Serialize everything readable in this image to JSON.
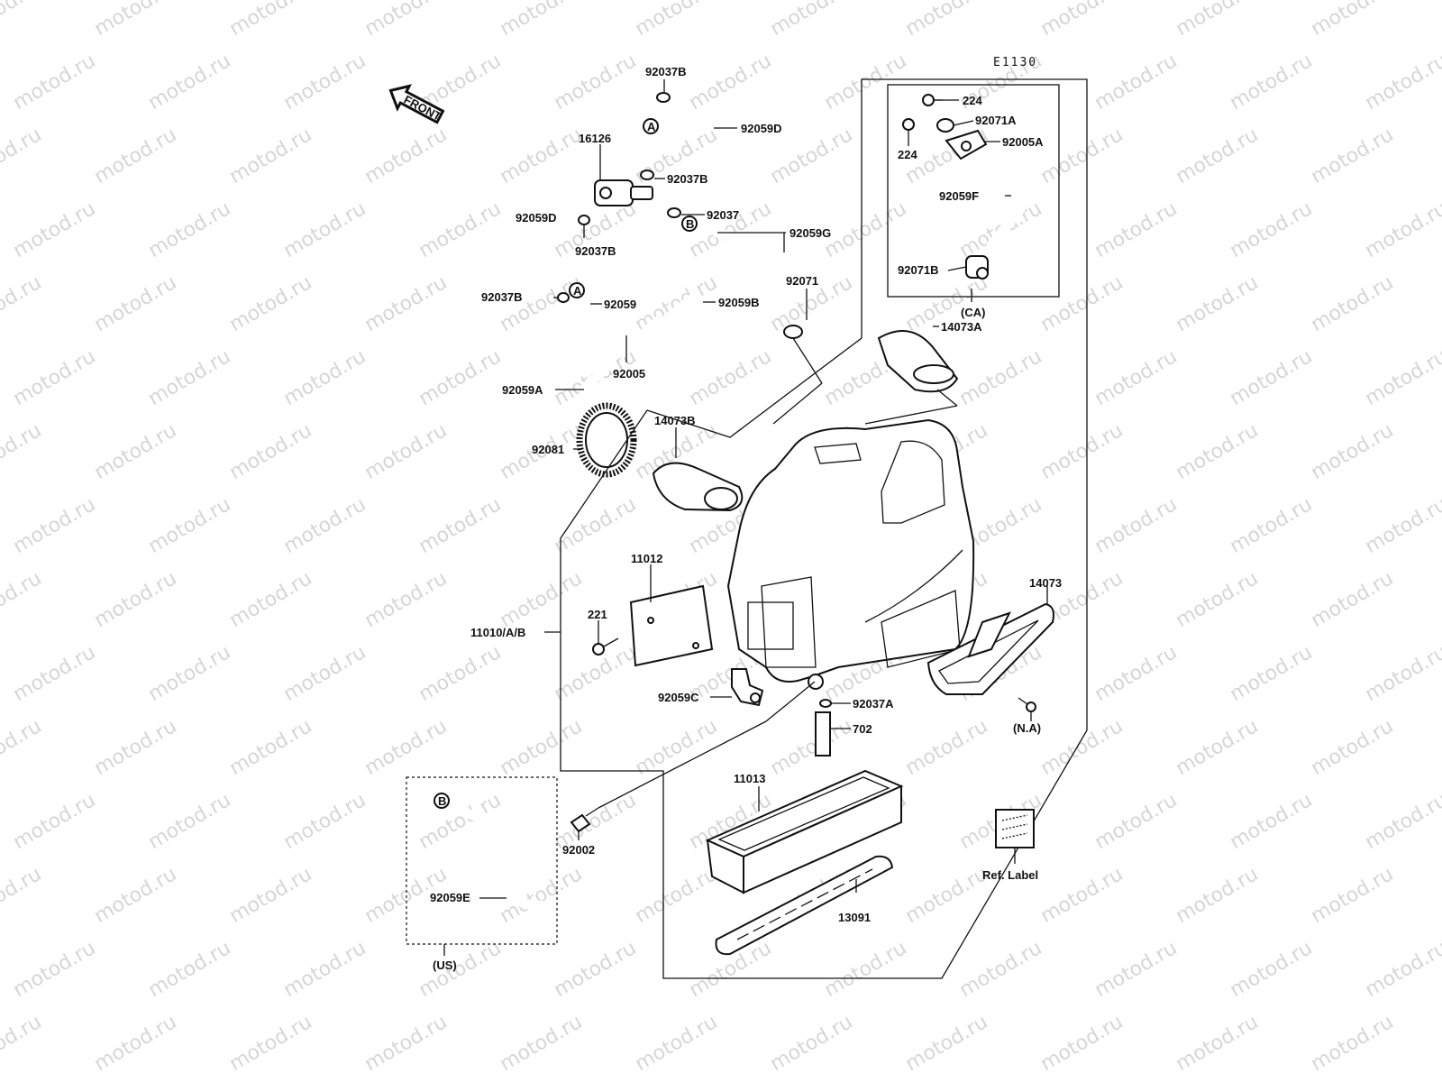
{
  "diagram": {
    "code": "E1130",
    "watermark": "motod.ru",
    "front_label": "FRONT",
    "callout_a": "A",
    "callout_b": "B",
    "labels": {
      "p92037B_top": "92037B",
      "p92059D_top": "92059D",
      "p16126": "16126",
      "p92037B_mid": "92037B",
      "p92037": "92037",
      "p92059D_left": "92059D",
      "p92037B_left": "92037B",
      "p92059G": "92059G",
      "p92037B_low": "92037B",
      "p92059": "92059",
      "p92059B": "92059B",
      "p92071": "92071",
      "p92005": "92005",
      "p92059A": "92059A",
      "p224_top": "224",
      "p224_left": "224",
      "p92071A": "92071A",
      "p92005A": "92005A",
      "p92059F": "92059F",
      "p92071B": "92071B",
      "p_CA": "(CA)",
      "p14073A": "14073A",
      "p14073B": "14073B",
      "p92081": "92081",
      "p11012": "11012",
      "p221": "221",
      "p11010": "11010/A/B",
      "p14073": "14073",
      "p92059C": "92059C",
      "p92037A": "92037A",
      "p702": "702",
      "p_NA": "(N.A)",
      "p11013": "11013",
      "p92002": "92002",
      "p13091": "13091",
      "p92059E": "92059E",
      "p_US": "(US)",
      "ref_label": "Ref. Label"
    }
  }
}
